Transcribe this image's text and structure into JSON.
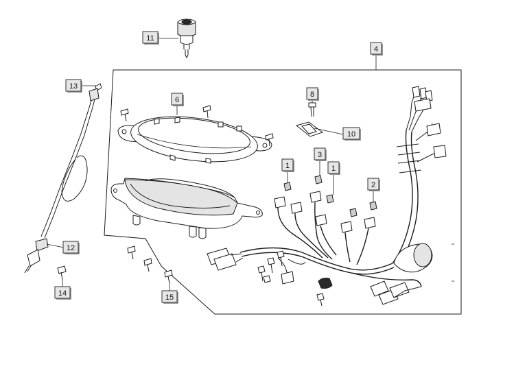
{
  "diagram": {
    "callouts": [
      {
        "id": "callout-1a",
        "label": "1"
      },
      {
        "id": "callout-1b",
        "label": "1"
      },
      {
        "id": "callout-2",
        "label": "2"
      },
      {
        "id": "callout-3",
        "label": "3"
      },
      {
        "id": "callout-4",
        "label": "4"
      },
      {
        "id": "callout-6",
        "label": "6"
      },
      {
        "id": "callout-8",
        "label": "8"
      },
      {
        "id": "callout-10",
        "label": "10"
      },
      {
        "id": "callout-11",
        "label": "11"
      },
      {
        "id": "callout-12",
        "label": "12"
      },
      {
        "id": "callout-13",
        "label": "13"
      },
      {
        "id": "callout-14",
        "label": "14"
      },
      {
        "id": "callout-15",
        "label": "15"
      }
    ]
  }
}
